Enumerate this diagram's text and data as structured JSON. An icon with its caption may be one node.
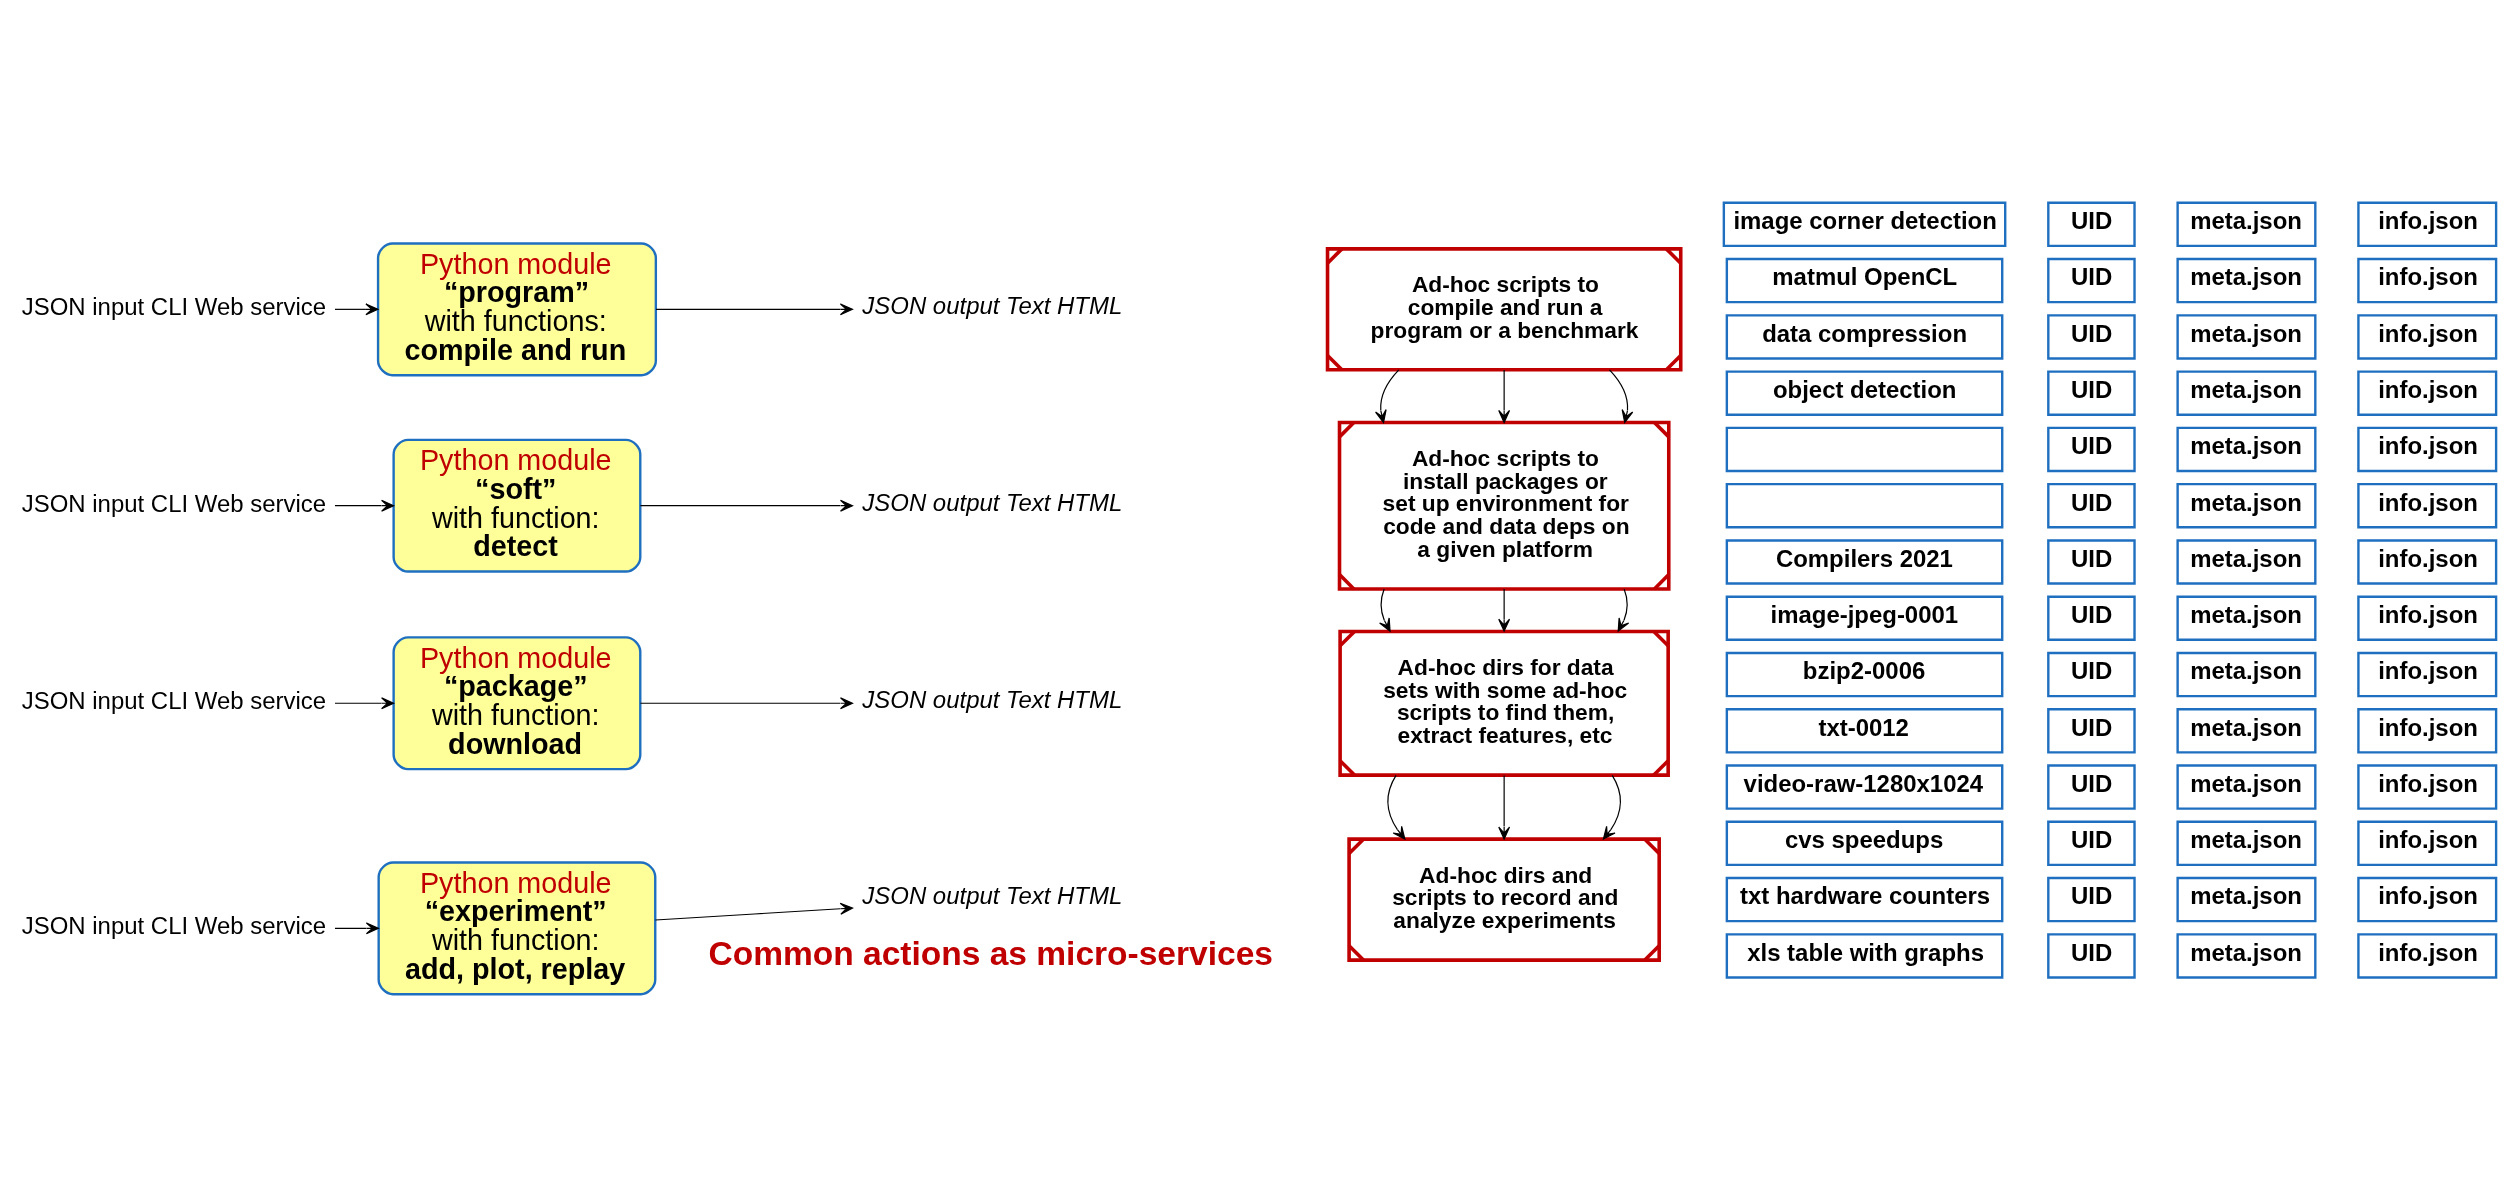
{
  "diagram": {
    "nodes": [
      {
        "text": [
          "JSON input CLI Web service"
        ]
      },
      {
        "text": [
          "Python module",
          "“program”",
          "with functions:",
          "compile and run"
        ]
      },
      {
        "text": [
          "JSON output Text HTML"
        ]
      },
      {
        "text": [
          "Ad-hoc scripts to compile and run a program or a benchmark"
        ]
      },
      {
        "text": [
          "image corner detection"
        ]
      },
      {
        "text": [
          "UID"
        ]
      },
      {
        "text": [
          "meta.json"
        ]
      },
      {
        "text": [
          "info.json"
        ]
      },
      {
        "text": [
          "matmul OpenCL"
        ]
      },
      {
        "text": [
          "UID"
        ]
      },
      {
        "text": [
          "meta.json"
        ]
      },
      {
        "text": [
          "info.json"
        ]
      },
      {
        "text": [
          "data compression"
        ]
      },
      {
        "text": [
          "UID"
        ]
      },
      {
        "text": [
          "meta.json"
        ]
      },
      {
        "text": [
          "info.json"
        ]
      },
      {
        "text": [
          "object detection"
        ]
      },
      {
        "text": [
          "UID"
        ]
      },
      {
        "text": [
          "meta.json"
        ]
      },
      {
        "text": [
          "info.json"
        ]
      },
      {
        "text": [
          "JSON input CLI Web service"
        ]
      },
      {
        "text": [
          "Python module",
          "“soft”",
          "with function:",
          "detect"
        ]
      },
      {
        "text": [
          "JSON output Text HTML"
        ]
      },
      {
        "text": [
          "Ad-hoc scripts to install packages or set up environment for code and data deps on a given platform"
        ]
      },
      {
        "text": [],
        "shape": "box"
      },
      {
        "text": [
          "UID"
        ]
      },
      {
        "text": [
          "meta.json"
        ]
      },
      {
        "text": [
          "info.json"
        ]
      },
      {
        "text": [],
        "shape": "box"
      },
      {
        "text": [
          "UID"
        ]
      },
      {
        "text": [
          "meta.json"
        ]
      },
      {
        "text": [
          "info.json"
        ]
      },
      {
        "text": [
          "Compilers 2021"
        ]
      },
      {
        "text": [
          "UID"
        ]
      },
      {
        "text": [
          "meta.json"
        ]
      },
      {
        "text": [
          "info.json"
        ]
      },
      {
        "text": [
          "JSON input CLI Web service"
        ]
      },
      {
        "text": [
          "Python module",
          "“package”",
          "with function:",
          "download"
        ]
      },
      {
        "text": [
          "JSON output Text HTML"
        ]
      },
      {
        "text": [
          "Ad-hoc dirs for data sets with some ad-hoc scripts to find them, extract features, etc"
        ]
      },
      {
        "text": [
          "image-jpeg-0001"
        ]
      },
      {
        "text": [
          "UID"
        ]
      },
      {
        "text": [
          "meta.json"
        ]
      },
      {
        "text": [
          "info.json"
        ]
      },
      {
        "text": [
          "bzip2-0006"
        ]
      },
      {
        "text": [
          "UID"
        ]
      },
      {
        "text": [
          "meta.json"
        ]
      },
      {
        "text": [
          "info.json"
        ]
      },
      {
        "text": [
          "txt-0012"
        ]
      },
      {
        "text": [
          "UID"
        ]
      },
      {
        "text": [
          "meta.json"
        ]
      },
      {
        "text": [
          "info.json"
        ]
      },
      {
        "text": [
          "video-raw-1280x1024"
        ]
      },
      {
        "text": [
          "UID"
        ]
      },
      {
        "text": [
          "meta.json"
        ]
      },
      {
        "text": [
          "info.json"
        ]
      },
      {
        "text": [
          "JSON input CLI Web service"
        ]
      },
      {
        "text": [
          "Python module",
          "“experiment”",
          "with function:",
          "add, plot, replay"
        ]
      },
      {
        "text": [
          "JSON output Text HTML"
        ]
      },
      {
        "text": [
          "Ad-hoc dirs and scripts to record and analyze experiments"
        ]
      },
      {
        "text": [
          "cvs speedups"
        ]
      },
      {
        "text": [
          "UID"
        ]
      },
      {
        "text": [
          "meta.json"
        ]
      },
      {
        "text": [
          "info.json"
        ]
      },
      {
        "text": [
          "txt hardware counters"
        ]
      },
      {
        "text": [
          "UID"
        ]
      },
      {
        "text": [
          "meta.json"
        ]
      },
      {
        "text": [
          "info.json"
        ]
      },
      {
        "text": [
          "xls table with graphs"
        ]
      },
      {
        "text": [
          "UID"
        ]
      },
      {
        "text": [
          "meta.json"
        ]
      },
      {
        "text": [
          "info.json"
        ]
      }
    ],
    "edges": [
      {
        "from": 0,
        "to": 1,
        "arrow": "to"
      },
      {
        "from": 1,
        "to": 2,
        "arrow": "to"
      },
      {
        "from": 20,
        "to": 21,
        "arrow": "to"
      },
      {
        "from": 21,
        "to": 22,
        "arrow": "to"
      },
      {
        "from": 36,
        "to": 37,
        "arrow": "to"
      },
      {
        "from": 37,
        "to": 38,
        "arrow": "to"
      },
      {
        "from": 56,
        "to": 57,
        "arrow": "to"
      },
      {
        "from": 57,
        "to": 58,
        "arrow": "to"
      },
      {
        "from": 3,
        "to": 23,
        "arrow": "to"
      },
      {
        "from": 3,
        "to": 23,
        "arrow": "to"
      },
      {
        "from": 3,
        "to": 23,
        "arrow": "to"
      },
      {
        "from": 23,
        "to": 39,
        "arrow": "to"
      },
      {
        "from": 23,
        "to": 39,
        "arrow": "to"
      },
      {
        "from": 23,
        "to": 39,
        "arrow": "to"
      },
      {
        "from": 39,
        "to": 59,
        "arrow": "to"
      },
      {
        "from": 39,
        "to": 59,
        "arrow": "to"
      },
      {
        "from": 39,
        "to": 59,
        "arrow": "to"
      }
    ],
    "labels": [
      "Common actions as micro-services"
    ]
  }
}
